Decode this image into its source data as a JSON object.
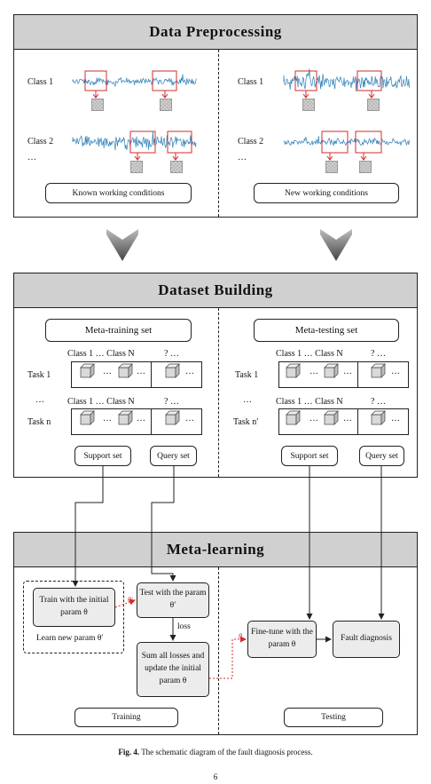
{
  "sections": {
    "preprocessing": "Data Preprocessing",
    "dataset": "Dataset Building",
    "meta": "Meta-learning"
  },
  "preprocessing": {
    "left_class1": "Class 1",
    "left_class2": "Class 2",
    "left_ellipsis": "…",
    "right_class1": "Class 1",
    "right_class2": "Class 2",
    "right_ellipsis": "…",
    "known": "Known working conditions",
    "new": "New working conditions"
  },
  "dataset": {
    "meta_training": "Meta-training set",
    "meta_testing": "Meta-testing set",
    "left_header1": "Class 1 … Class N",
    "left_header1_q": "? …",
    "left_header2": "Class 1 … Class N",
    "left_header2_q": "? …",
    "right_header1": "Class 1 … Class N",
    "right_header1_q": "? …",
    "right_header2": "Class 1 … Class N",
    "right_header2_q": "? …",
    "left_task1": "Task 1",
    "left_taskn": "Task n",
    "left_ellipsis": "…",
    "right_task1": "Task 1",
    "right_taskn": "Task n′",
    "right_ellipsis": "…",
    "dots": "···",
    "support_left": "Support set",
    "query_left": "Query set",
    "support_right": "Support set",
    "query_right": "Query set"
  },
  "meta": {
    "train_box": "Train with the initial param θ",
    "learn_new": "Learn new param θ′",
    "test_box": "Test with the param θ′",
    "theta_prime": "θ′",
    "loss": "loss",
    "sum_box": "Sum all losses and update the initial param θ",
    "theta": "θ",
    "finetune_box": "Fine-tune with the param θ",
    "fault_box": "Fault diagnosis",
    "training": "Training",
    "testing": "Testing"
  },
  "caption_bold": "Fig. 4.",
  "caption_text": "The schematic diagram of the fault diagnosis process.",
  "page_number": "6",
  "colors": {
    "header_bg": "#d0d0d0",
    "signal_blue": "#2f7fb8",
    "highlight_red": "#d42b2b",
    "box_gray": "#ececec",
    "arrow_gray": "#555555"
  }
}
